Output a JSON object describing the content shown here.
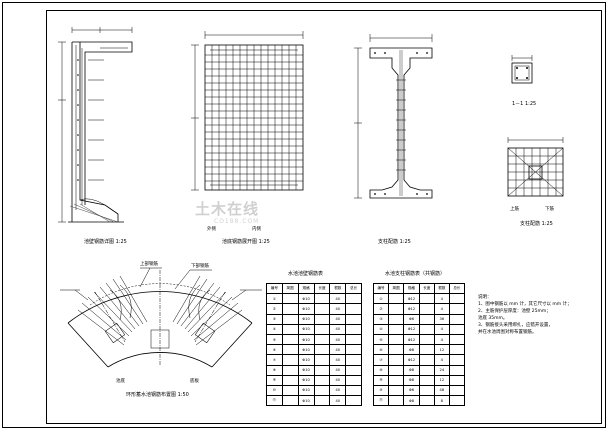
{
  "captions": {
    "pool_wall": "池壁钢筋详图",
    "pool_wall_scale": "1:25",
    "pool_floor": "池底钢筋展开图",
    "pool_floor_scale": "1:25",
    "column": "支柱配筋",
    "column_scale": "1:25",
    "section_1_1": "1－1",
    "section_1_1_scale": "1:25",
    "column_base": "支柱配筋",
    "column_base_scale": "1:25",
    "layout_plan": "环形蓄水池钢筋布置图",
    "layout_plan_scale": "1:50"
  },
  "labels": {
    "outer_face": "外侧",
    "inner_face": "内侧",
    "upper_bars": "上部钢筋",
    "lower_bars": "下部钢筋",
    "top_bars": "上筋",
    "bottom_bars": "下筋",
    "bottom_plate_left": "池底",
    "bottom_plate_right": "底板"
  },
  "watermark": {
    "main": "土木在线",
    "sub": "CO188.COM"
  },
  "table1": {
    "title": "水池池壁钢筋表",
    "headers": [
      "编号",
      "简图",
      "规格",
      "长度",
      "根数",
      "总长"
    ],
    "rows": [
      [
        "①",
        "",
        "Φ10",
        "",
        "40",
        ""
      ],
      [
        "②",
        "",
        "Φ10",
        "",
        "40",
        ""
      ],
      [
        "③",
        "",
        "Φ10",
        "",
        "40",
        ""
      ],
      [
        "④",
        "",
        "Φ10",
        "",
        "40",
        ""
      ],
      [
        "⑤",
        "",
        "Φ10",
        "",
        "40",
        ""
      ],
      [
        "⑥",
        "",
        "Φ10",
        "",
        "40",
        ""
      ],
      [
        "⑦",
        "",
        "Φ10",
        "",
        "40",
        ""
      ],
      [
        "⑧",
        "",
        "Φ10",
        "",
        "40",
        ""
      ],
      [
        "⑨",
        "",
        "Φ10",
        "",
        "40",
        ""
      ],
      [
        "⑩",
        "",
        "Φ10",
        "",
        "40",
        ""
      ],
      [
        "⑪",
        "",
        "Φ10",
        "",
        "40",
        ""
      ]
    ]
  },
  "table2": {
    "title": "水池支柱钢筋表（共钢筋）",
    "headers": [
      "编号",
      "简图",
      "规格",
      "长度",
      "根数",
      "总长"
    ],
    "rows": [
      [
        "①",
        "",
        "Φ12",
        "",
        "4",
        ""
      ],
      [
        "②",
        "",
        "Φ12",
        "",
        "4",
        ""
      ],
      [
        "③",
        "",
        "Φ6",
        "",
        "36",
        ""
      ],
      [
        "④",
        "",
        "Φ12",
        "",
        "4",
        ""
      ],
      [
        "⑤",
        "",
        "Φ12",
        "",
        "4",
        ""
      ],
      [
        "⑥",
        "",
        "Φ8",
        "",
        "12",
        ""
      ],
      [
        "⑦",
        "",
        "Φ12",
        "",
        "4",
        ""
      ],
      [
        "⑧",
        "",
        "Φ8",
        "",
        "24",
        ""
      ],
      [
        "⑨",
        "",
        "Φ8",
        "",
        "12",
        ""
      ],
      [
        "⑩",
        "",
        "Φ6",
        "",
        "48",
        ""
      ],
      [
        "⑪",
        "",
        "Φ8",
        "",
        "8",
        ""
      ]
    ]
  },
  "notes": {
    "title": "说明：",
    "lines": [
      "1、图中钢筋以 mm 计，其它尺寸以 mm 计；",
      "2、主筋保护层厚度：池壁 25mm；",
      "    池底 35mm。",
      "3、钢筋接头采用绑扎，应错开设置，",
      "    并在水池周围对称布置钢筋。"
    ]
  }
}
